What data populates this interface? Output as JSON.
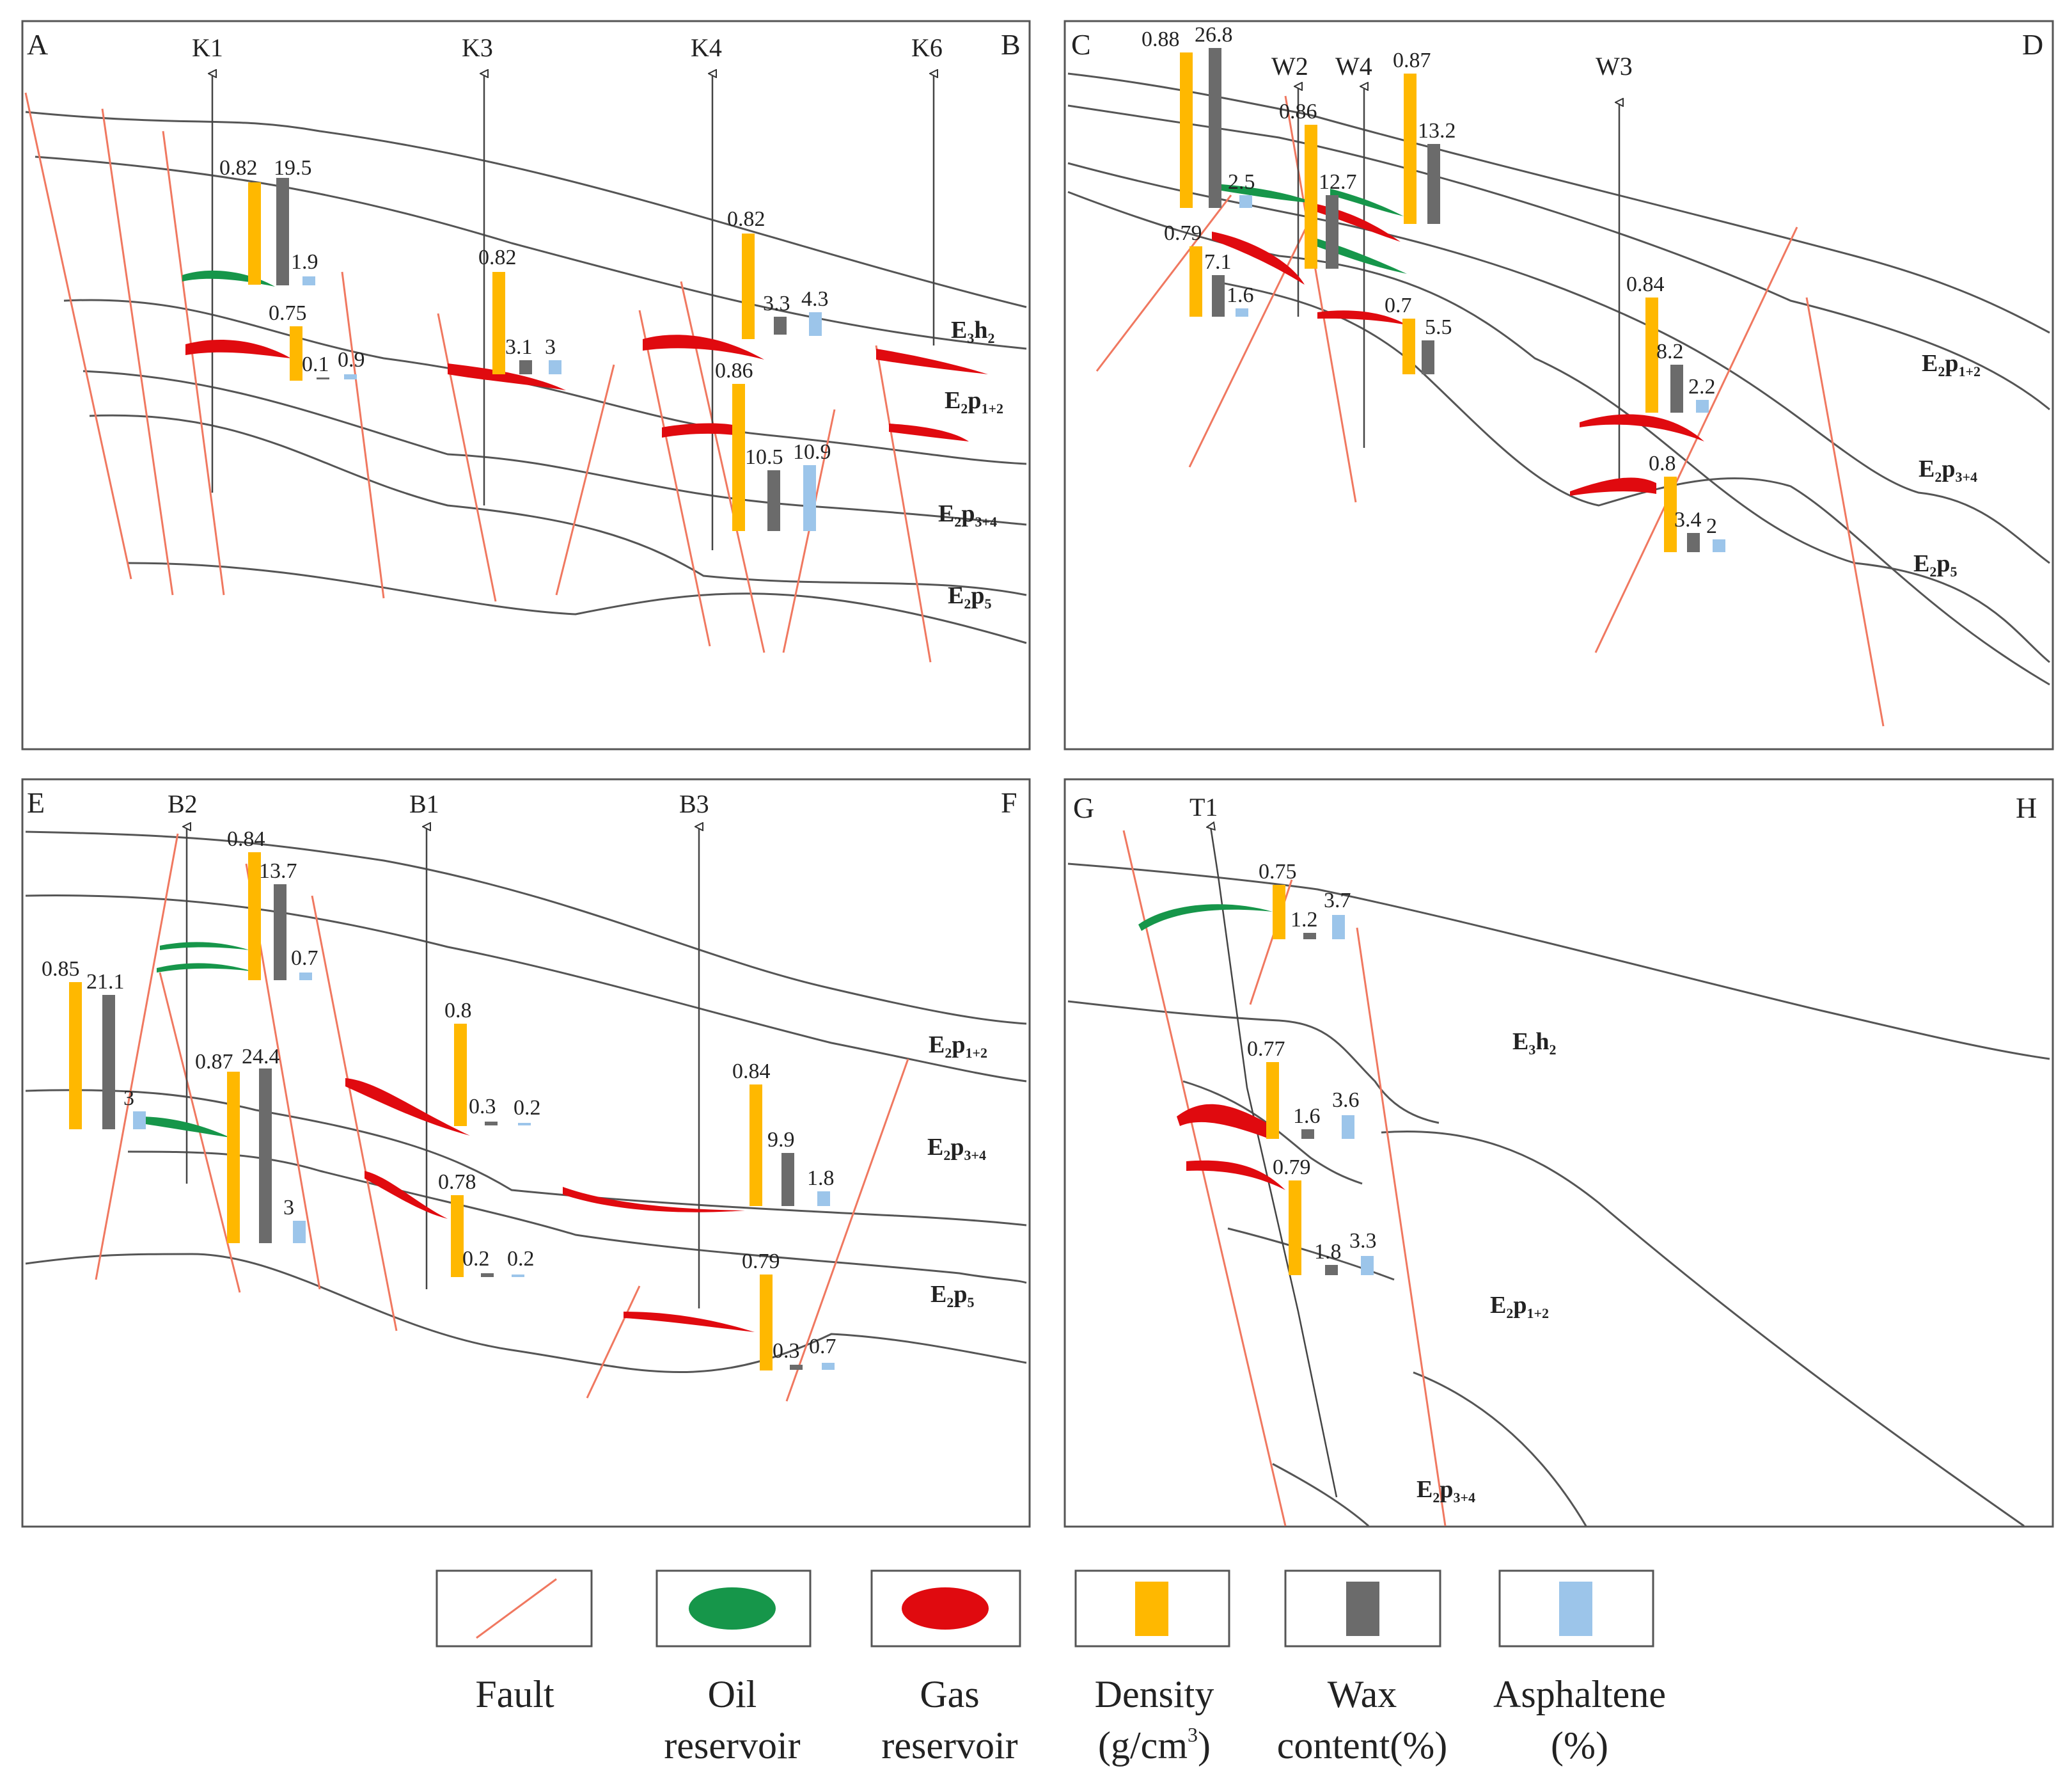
{
  "colors": {
    "fault": "#F07860",
    "oil": "#16964A",
    "gas": "#E00A0F",
    "density": "#FFB800",
    "wax": "#6B6B6B",
    "asphaltene": "#9CC5EA",
    "horizon": "#555555",
    "frame": "#555555"
  },
  "panels": [
    {
      "id": "AB",
      "corner_left": "A",
      "corner_right": "B",
      "wells": [
        "K1",
        "K3",
        "K4",
        "K6"
      ],
      "formations": [
        {
          "main": "E",
          "sub1": "3",
          "mid": "h",
          "sub2": "2"
        },
        {
          "main": "E",
          "sub1": "2",
          "mid": "p",
          "sub2": "1+2"
        },
        {
          "main": "E",
          "sub1": "2",
          "mid": "p",
          "sub2": "3+4"
        },
        {
          "main": "E",
          "sub1": "2",
          "mid": "p",
          "sub2": "5"
        }
      ],
      "bar_groups": [
        {
          "density": 0.82,
          "wax": 19.5,
          "asphaltene": 1.9
        },
        {
          "density": 0.75,
          "wax": 0.1,
          "asphaltene": 0.9
        },
        {
          "density": 0.82,
          "wax": 3.1,
          "asphaltene": 3.0
        },
        {
          "density": 0.82,
          "wax": 3.3,
          "asphaltene": 4.3
        },
        {
          "density": 0.86,
          "wax": 10.5,
          "asphaltene": 10.9
        }
      ]
    },
    {
      "id": "CD",
      "corner_left": "C",
      "corner_right": "D",
      "wells": [
        "W2",
        "W4",
        "W3"
      ],
      "formations": [
        {
          "main": "E",
          "sub1": "2",
          "mid": "p",
          "sub2": "1+2"
        },
        {
          "main": "E",
          "sub1": "2",
          "mid": "p",
          "sub2": "3+4"
        },
        {
          "main": "E",
          "sub1": "2",
          "mid": "p",
          "sub2": "5"
        }
      ],
      "bar_groups": [
        {
          "density": 0.88,
          "wax": 26.8,
          "asphaltene": 2.5
        },
        {
          "density": 0.86,
          "wax": 12.7
        },
        {
          "density": 0.87,
          "wax": 13.2
        },
        {
          "density": 0.79,
          "wax": 7.1,
          "asphaltene": 1.6
        },
        {
          "density": 0.7,
          "wax": 5.5
        },
        {
          "density": 0.84,
          "wax": 8.2,
          "asphaltene": 2.2
        },
        {
          "density": 0.8,
          "wax": 3.4,
          "asphaltene": 2.0
        }
      ]
    },
    {
      "id": "EF",
      "corner_left": "E",
      "corner_right": "F",
      "wells": [
        "B2",
        "B1",
        "B3"
      ],
      "formations": [
        {
          "main": "E",
          "sub1": "2",
          "mid": "p",
          "sub2": "1+2"
        },
        {
          "main": "E",
          "sub1": "2",
          "mid": "p",
          "sub2": "3+4"
        },
        {
          "main": "E",
          "sub1": "2",
          "mid": "p",
          "sub2": "5"
        }
      ],
      "bar_groups": [
        {
          "density": 0.84,
          "wax": 13.7,
          "asphaltene": 0.7
        },
        {
          "density": 0.85,
          "wax": 21.1,
          "asphaltene": 3.0
        },
        {
          "density": 0.87,
          "wax": 24.4,
          "asphaltene": 3.0
        },
        {
          "density": 0.8,
          "wax": 0.3,
          "asphaltene": 0.2
        },
        {
          "density": 0.78,
          "wax": 0.2,
          "asphaltene": 0.2
        },
        {
          "density": 0.84,
          "wax": 9.9,
          "asphaltene": 1.8
        },
        {
          "density": 0.79,
          "wax": 0.3,
          "asphaltene": 0.7
        }
      ]
    },
    {
      "id": "GH",
      "corner_left": "G",
      "corner_right": "H",
      "wells": [
        "T1"
      ],
      "formations": [
        {
          "main": "E",
          "sub1": "3",
          "mid": "h",
          "sub2": "2"
        },
        {
          "main": "E",
          "sub1": "2",
          "mid": "p",
          "sub2": "1+2"
        },
        {
          "main": "E",
          "sub1": "2",
          "mid": "p",
          "sub2": "3+4"
        }
      ],
      "bar_groups": [
        {
          "density": 0.75,
          "wax": 1.2,
          "asphaltene": 3.7
        },
        {
          "density": 0.77,
          "wax": 1.6,
          "asphaltene": 3.6
        },
        {
          "density": 0.79,
          "wax": 1.8,
          "asphaltene": 3.3
        }
      ]
    }
  ],
  "legend": {
    "fault": "Fault",
    "oil_l1": "Oil",
    "oil_l2": "reservoir",
    "gas_l1": "Gas",
    "gas_l2": "reservoir",
    "density_l1": "Density",
    "density_l2a": "(g/cm",
    "density_sup": "3",
    "density_l2b": ")",
    "wax_l1": "Wax",
    "wax_l2": "content(%)",
    "asph_l1": "Asphaltene",
    "asph_l2": "(%)"
  }
}
